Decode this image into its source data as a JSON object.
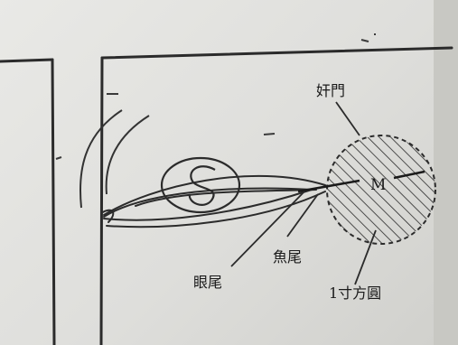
{
  "labels": {
    "fish_tail": "魚尾",
    "eye_tail": "眼尾",
    "gate": "奸門",
    "point": "M",
    "circle": "1寸方圓"
  }
}
